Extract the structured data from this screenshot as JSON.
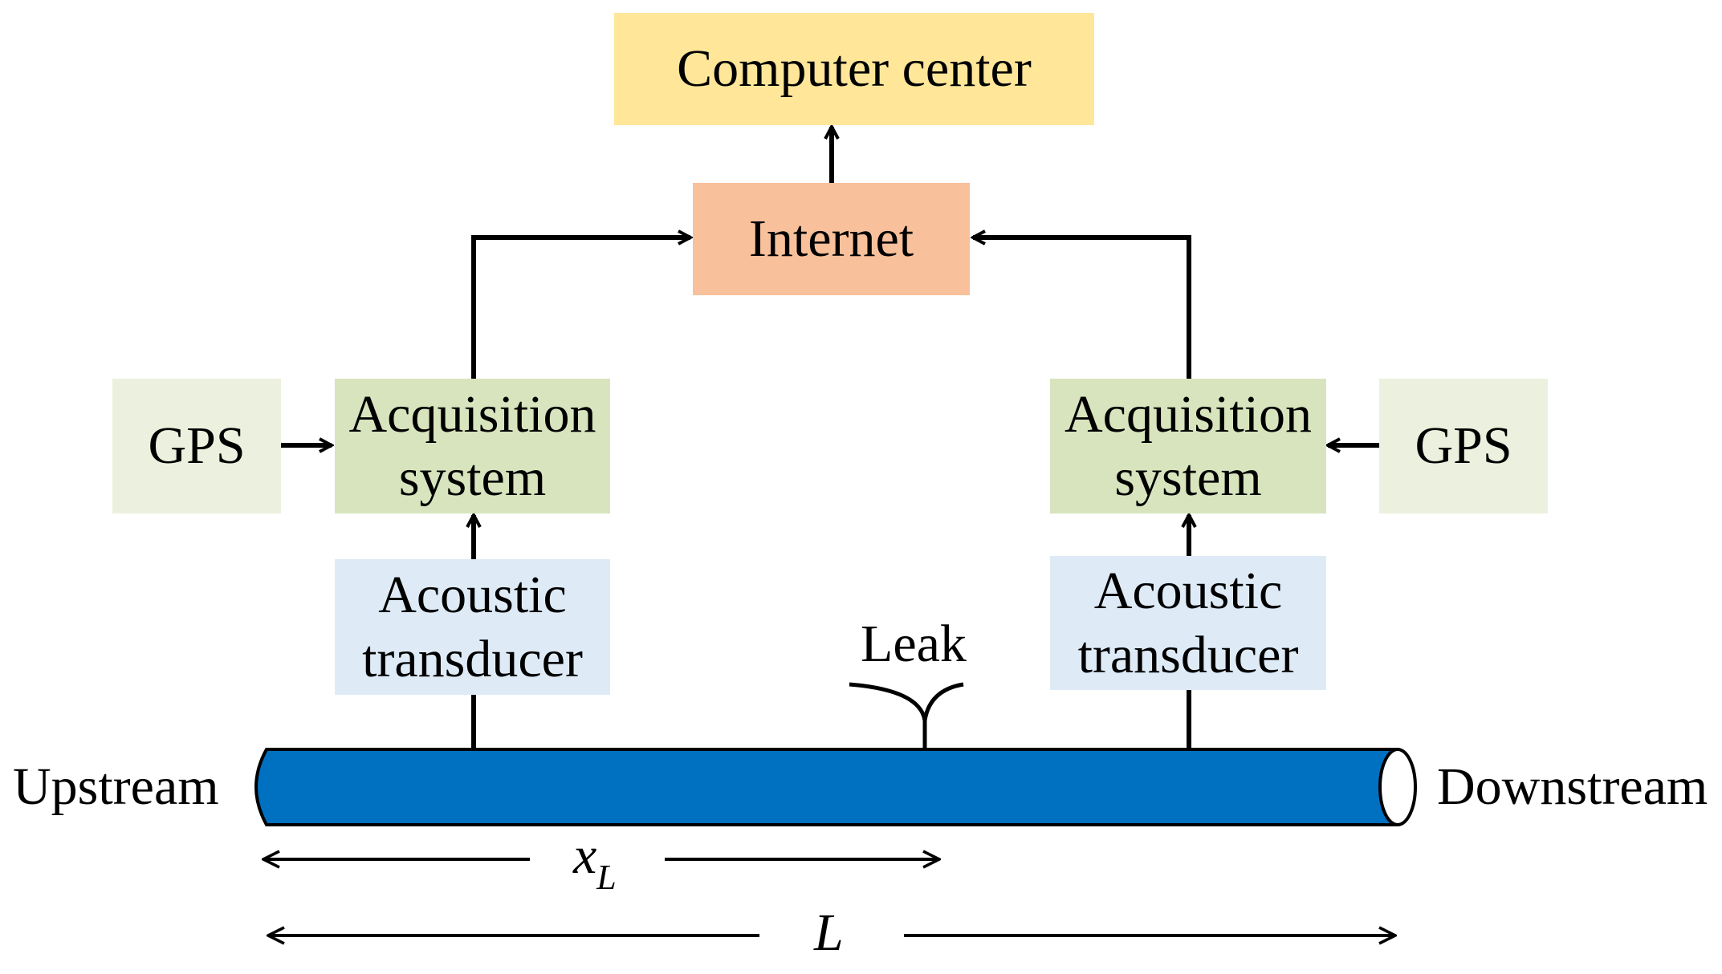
{
  "nodes": {
    "computer_center": "Computer center",
    "internet": "Internet",
    "gps_left": "GPS",
    "gps_right": "GPS",
    "acq_left": [
      "Acquisition",
      "system"
    ],
    "acq_right": [
      "Acquisition",
      "system"
    ],
    "trans_left": [
      "Acoustic",
      "transducer"
    ],
    "trans_right": [
      "Acoustic",
      "transducer"
    ]
  },
  "labels": {
    "leak": "Leak",
    "upstream": "Upstream",
    "downstream": "Downstream",
    "xl_main": "x",
    "xl_sub": "L",
    "total": "L"
  },
  "colors": {
    "computer_center": "#FFE699",
    "internet": "#F8C09B",
    "gps": "#EBF1DE",
    "acquisition": "#D7E4BD",
    "transducer": "#DEEBF7",
    "pipe": "#0070C0"
  }
}
